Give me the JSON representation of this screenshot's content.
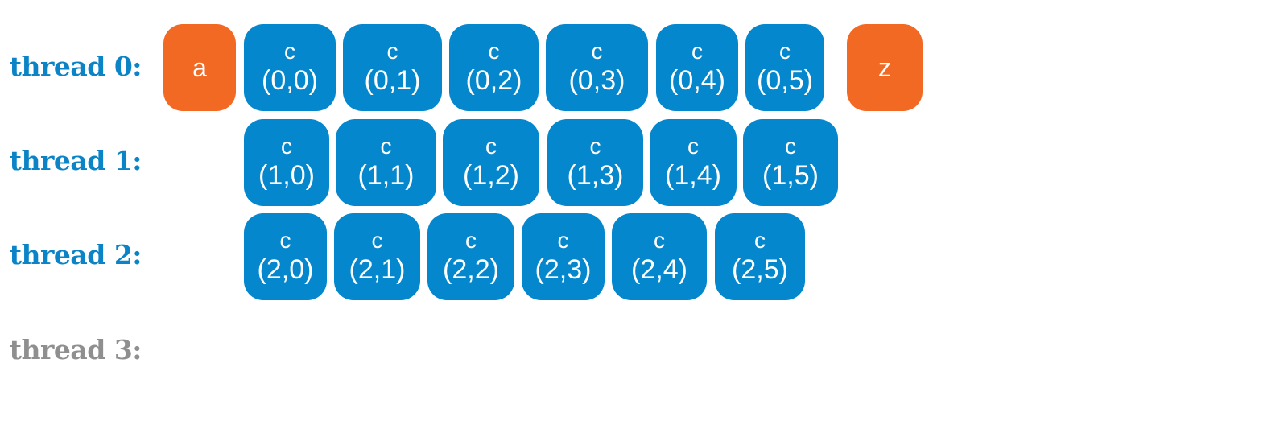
{
  "colors": {
    "active_label": "#0a84c6",
    "idle_label": "#8f8f8f",
    "compute_task": "#0487cc",
    "endpoint_task": "#f26924",
    "task_text": "#ffffff"
  },
  "threads": [
    {
      "label": "thread 0:",
      "state": "active",
      "tasks": [
        {
          "name": "a",
          "coord": "",
          "kind": "endpoint"
        },
        {
          "name": "c",
          "coord": "(0,0)",
          "kind": "compute"
        },
        {
          "name": "c",
          "coord": "(0,1)",
          "kind": "compute"
        },
        {
          "name": "c",
          "coord": "(0,2)",
          "kind": "compute"
        },
        {
          "name": "c",
          "coord": "(0,3)",
          "kind": "compute"
        },
        {
          "name": "c",
          "coord": "(0,4)",
          "kind": "compute"
        },
        {
          "name": "c",
          "coord": "(0,5)",
          "kind": "compute"
        },
        {
          "name": "z",
          "coord": "",
          "kind": "endpoint"
        }
      ]
    },
    {
      "label": "thread 1:",
      "state": "active",
      "tasks": [
        {
          "name": "c",
          "coord": "(1,0)",
          "kind": "compute"
        },
        {
          "name": "c",
          "coord": "(1,1)",
          "kind": "compute"
        },
        {
          "name": "c",
          "coord": "(1,2)",
          "kind": "compute"
        },
        {
          "name": "c",
          "coord": "(1,3)",
          "kind": "compute"
        },
        {
          "name": "c",
          "coord": "(1,4)",
          "kind": "compute"
        },
        {
          "name": "c",
          "coord": "(1,5)",
          "kind": "compute"
        }
      ]
    },
    {
      "label": "thread 2:",
      "state": "active",
      "tasks": [
        {
          "name": "c",
          "coord": "(2,0)",
          "kind": "compute"
        },
        {
          "name": "c",
          "coord": "(2,1)",
          "kind": "compute"
        },
        {
          "name": "c",
          "coord": "(2,2)",
          "kind": "compute"
        },
        {
          "name": "c",
          "coord": "(2,3)",
          "kind": "compute"
        },
        {
          "name": "c",
          "coord": "(2,4)",
          "kind": "compute"
        },
        {
          "name": "c",
          "coord": "(2,5)",
          "kind": "compute"
        }
      ]
    },
    {
      "label": "thread 3:",
      "state": "idle",
      "tasks": []
    }
  ]
}
